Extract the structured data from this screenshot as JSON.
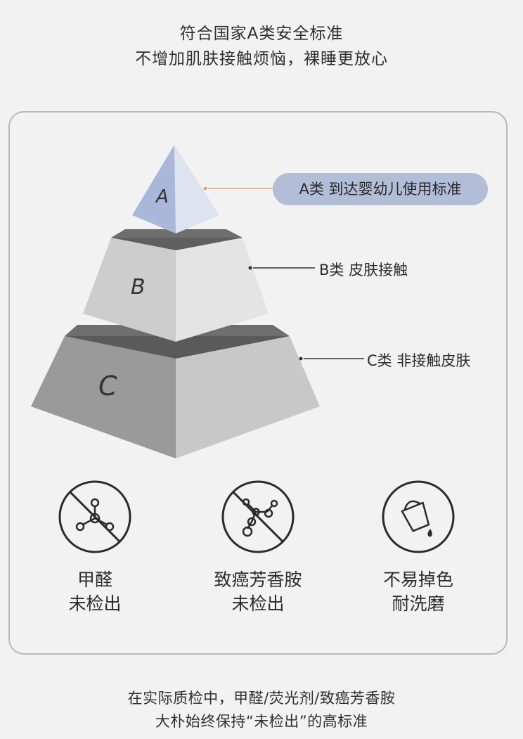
{
  "heading": {
    "line1": "符合国家A类安全标准",
    "line2": "不增加肌肤接触烦恼，裸睡更放心"
  },
  "pyramid": {
    "tiers": [
      {
        "letter": "A",
        "label": "A类 到达婴幼儿使用标准",
        "color": "#a9b7d8"
      },
      {
        "letter": "B",
        "label": "B类 皮肤接触",
        "color": "#cfcfcf"
      },
      {
        "letter": "C",
        "label": "C类 非接触皮肤",
        "color": "#a5a5a5"
      }
    ]
  },
  "features": [
    {
      "icon": "formaldehyde-molecule-crossed-icon",
      "line1": "甲醛",
      "line2": "未检出"
    },
    {
      "icon": "carcinogen-molecule-crossed-icon",
      "line1": "致癌芳香胺",
      "line2": "未检出"
    },
    {
      "icon": "dye-bucket-drop-icon",
      "line1": "不易掉色",
      "line2": "耐洗磨"
    }
  ],
  "footer": {
    "line1": "在实际质检中，甲醛/荧光剂/致癌芳香胺",
    "line2": "大朴始终保持“未检出”的高标准"
  }
}
